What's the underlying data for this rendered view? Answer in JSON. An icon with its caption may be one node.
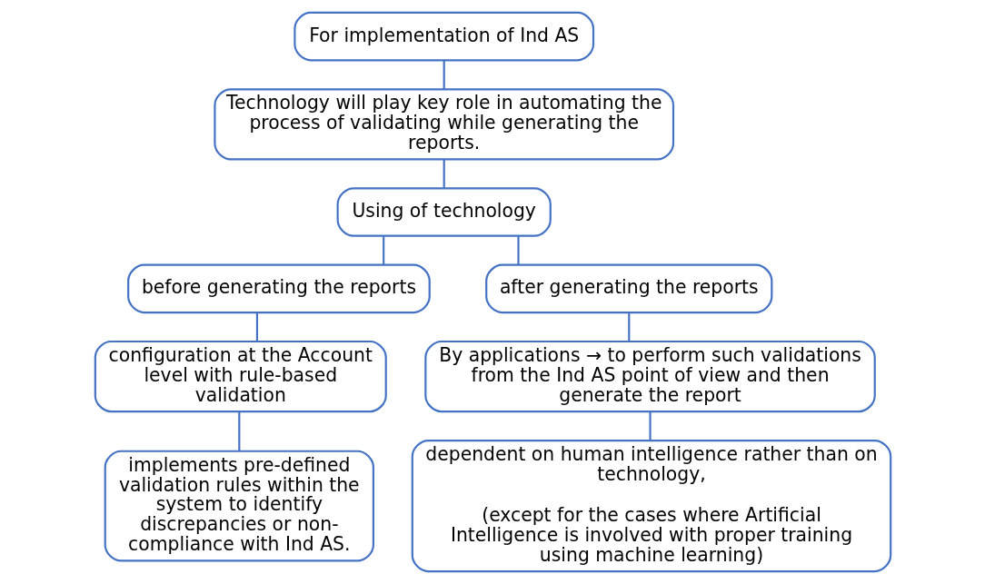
{
  "diagram": {
    "nodes": [
      {
        "text": [
          "For implementation of Ind AS"
        ]
      },
      {
        "text": [
          "Technology will play key role in automating the process of validating while generating the reports."
        ]
      },
      {
        "text": [
          "Using of technology"
        ]
      },
      {
        "text": [
          "before generating the reports"
        ]
      },
      {
        "text": [
          "after generating the reports"
        ]
      },
      {
        "text": [
          "configuration at the Account level with rule-based validation"
        ]
      },
      {
        "text": [
          "By applications → to perform such validations from the Ind AS point of view and then generate the report"
        ]
      },
      {
        "text": [
          "implements pre-defined validation rules within the system to identify discrepancies or non-compliance with Ind AS."
        ]
      },
      {
        "text": [
          "dependent on human intelligence rather than on technology,",
          "(except for the cases where Artificial Intelligence is involved with proper training using machine learning)"
        ]
      }
    ],
    "edges": [
      {
        "from": 0,
        "to": 1,
        "arrow": "none"
      },
      {
        "from": 1,
        "to": 2,
        "arrow": "none"
      },
      {
        "from": 2,
        "to": 3,
        "arrow": "none"
      },
      {
        "from": 2,
        "to": 4,
        "arrow": "none"
      },
      {
        "from": 3,
        "to": 5,
        "arrow": "none"
      },
      {
        "from": 4,
        "to": 6,
        "arrow": "none"
      },
      {
        "from": 5,
        "to": 7,
        "arrow": "none"
      },
      {
        "from": 6,
        "to": 8,
        "arrow": "none"
      }
    ]
  }
}
